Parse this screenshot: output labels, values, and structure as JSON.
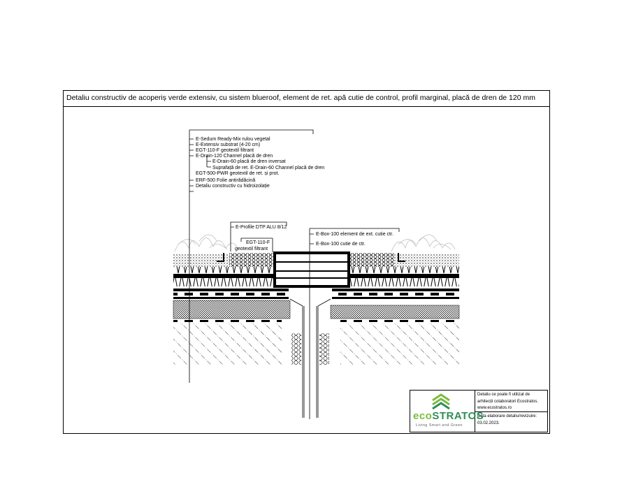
{
  "title": "Detaliu constructiv de acoperiș verde extensiv, cu sistem blueroof, element de ret. apă cutie de control, profil marginal, placă de dren de 120 mm",
  "layers_labels": [
    "E-Sedum Ready-Mix rulou vegetal",
    "E-Extensiv substrat (4-20 cm)",
    "EGT-110-F geotextil filtrant",
    "E-Drain-120 Channel placă de dren",
    "E-Drain-60 placă de dren inversat",
    "Suprafață de ret. E-Drain-60 Channel placă de dren",
    "EGT-500-PWR geotextil de ret. și prot.",
    "ERF-500 Folie antirădăcină",
    "Detaliu constructiv cu hidroizolație"
  ],
  "detail_labels": {
    "profile": "E-Profile DTP ALU 8/12",
    "egt_line1": "EGT-110-F",
    "egt_line2": "geotextil filtrant",
    "box_ext": "E-Box-100 element de ext. cutie ctr.",
    "box": "E-Box-100 cutie de ctr."
  },
  "info": {
    "usage_line1": "Detaliu ce poate fi utilizat de",
    "usage_line2": "arhitecții colaboratori Ecostratos.",
    "website": "www.ecostratos.ro",
    "date_label": "Data elaborare detaliu/revizuire:",
    "date": "03.02.2023."
  },
  "logo": {
    "brand_a": "eco",
    "brand_b": "STRATOS",
    "slogan": "Living Smart and Green",
    "colors": {
      "dark": "#2e8f57",
      "light": "#7dbb3d"
    }
  }
}
